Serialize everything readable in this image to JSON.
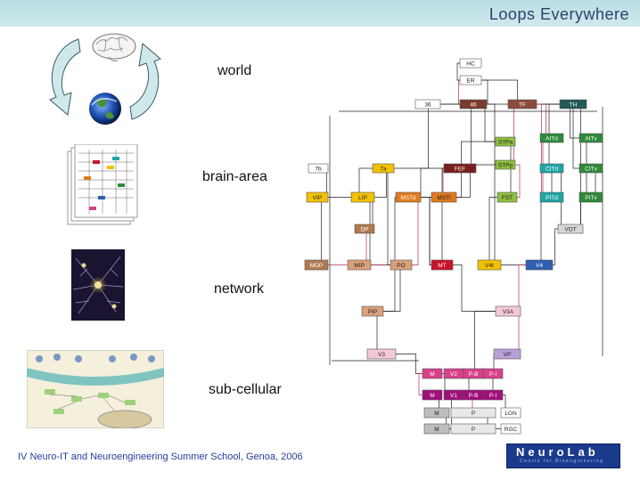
{
  "slide": {
    "title": "Loops Everywhere",
    "labels": {
      "world": "world",
      "brain_area": "brain-area",
      "network": "network",
      "sub_cellular": "sub-cellular"
    },
    "footer": "IV Neuro-IT and Neuroengineering Summer School, Genoa, 2006",
    "logo": {
      "main": "NeuroLab",
      "sub": "Centre for Bioengineering"
    },
    "colors": {
      "header": "#c6e6ea",
      "title": "#2f3f6f",
      "footer": "#2b3aa0",
      "logo": "#1a3a8c"
    }
  },
  "diagram": {
    "boxes": [
      {
        "label": "HC",
        "color": "#ffffff",
        "text": "#222"
      },
      {
        "label": "ER",
        "color": "#ffffff",
        "text": "#222"
      },
      {
        "label": "36",
        "color": "#ffffff",
        "text": "#222"
      },
      {
        "label": "46",
        "color": "#7a3b2e",
        "text": "#fff"
      },
      {
        "label": "TF",
        "color": "#8b4a3c",
        "text": "#fff"
      },
      {
        "label": "TH",
        "color": "#245a57",
        "text": "#fff"
      },
      {
        "label": "STPa",
        "color": "#8fbf3f",
        "text": "#222"
      },
      {
        "label": "AITd",
        "color": "#2f8a3a",
        "text": "#fff"
      },
      {
        "label": "AITv",
        "color": "#2f8a3a",
        "text": "#fff"
      },
      {
        "label": "7b",
        "color": "#ffffff",
        "text": "#222"
      },
      {
        "label": "7a",
        "color": "#f2c200",
        "text": "#222"
      },
      {
        "label": "FEF",
        "color": "#7a1f1f",
        "text": "#fff"
      },
      {
        "label": "STPp",
        "color": "#8fbf3f",
        "text": "#222"
      },
      {
        "label": "CITd",
        "color": "#1fa5a5",
        "text": "#fff"
      },
      {
        "label": "CITv",
        "color": "#2f8a3a",
        "text": "#fff"
      },
      {
        "label": "VIP",
        "color": "#f2c200",
        "text": "#222"
      },
      {
        "label": "LIP",
        "color": "#f2c200",
        "text": "#222"
      },
      {
        "label": "MSTd",
        "color": "#e07a1f",
        "text": "#fff"
      },
      {
        "label": "MSTl",
        "color": "#e07a1f",
        "text": "#222"
      },
      {
        "label": "FST",
        "color": "#8fbf3f",
        "text": "#222"
      },
      {
        "label": "PITd",
        "color": "#1fa5a5",
        "text": "#fff"
      },
      {
        "label": "PITv",
        "color": "#2f8a3a",
        "text": "#fff"
      },
      {
        "label": "DP",
        "color": "#b07a50",
        "text": "#fff"
      },
      {
        "label": "VOT",
        "color": "#d8d8d8",
        "text": "#222"
      },
      {
        "label": "MDP",
        "color": "#b07a50",
        "text": "#fff"
      },
      {
        "label": "MIP",
        "color": "#d9a07a",
        "text": "#222"
      },
      {
        "label": "PO",
        "color": "#d9a07a",
        "text": "#222"
      },
      {
        "label": "MT",
        "color": "#c8142a",
        "text": "#fff"
      },
      {
        "label": "V4t",
        "color": "#f2c200",
        "text": "#222"
      },
      {
        "label": "V4",
        "color": "#2f5fb0",
        "text": "#fff"
      },
      {
        "label": "PIP",
        "color": "#d9a07a",
        "text": "#222"
      },
      {
        "label": "V3A",
        "color": "#f4c8d8",
        "text": "#222"
      },
      {
        "label": "V3",
        "color": "#f4c8d8",
        "text": "#222"
      },
      {
        "label": "VP",
        "color": "#b8a0d8",
        "text": "#222"
      },
      {
        "label": "M",
        "color": "#d8408a",
        "text": "#fff"
      },
      {
        "label": "V2",
        "color": "#d8408a",
        "text": "#fff"
      },
      {
        "label": "P-B",
        "color": "#d8408a",
        "text": "#fff"
      },
      {
        "label": "P-I",
        "color": "#d8408a",
        "text": "#fff"
      },
      {
        "label": "M",
        "color": "#a0107a",
        "text": "#fff"
      },
      {
        "label": "V1",
        "color": "#a0107a",
        "text": "#fff"
      },
      {
        "label": "P-B",
        "color": "#a0107a",
        "text": "#fff"
      },
      {
        "label": "P-I",
        "color": "#a0107a",
        "text": "#fff"
      },
      {
        "label": "M",
        "color": "#bdbdbd",
        "text": "#222"
      },
      {
        "label": "P",
        "color": "#e8e8e8",
        "text": "#222"
      },
      {
        "label": "LGN",
        "color": "#ffffff",
        "text": "#222"
      },
      {
        "label": "M",
        "color": "#bdbdbd",
        "text": "#222"
      },
      {
        "label": "P",
        "color": "#e8e8e8",
        "text": "#222"
      },
      {
        "label": "RGC",
        "color": "#ffffff",
        "text": "#222"
      }
    ]
  }
}
